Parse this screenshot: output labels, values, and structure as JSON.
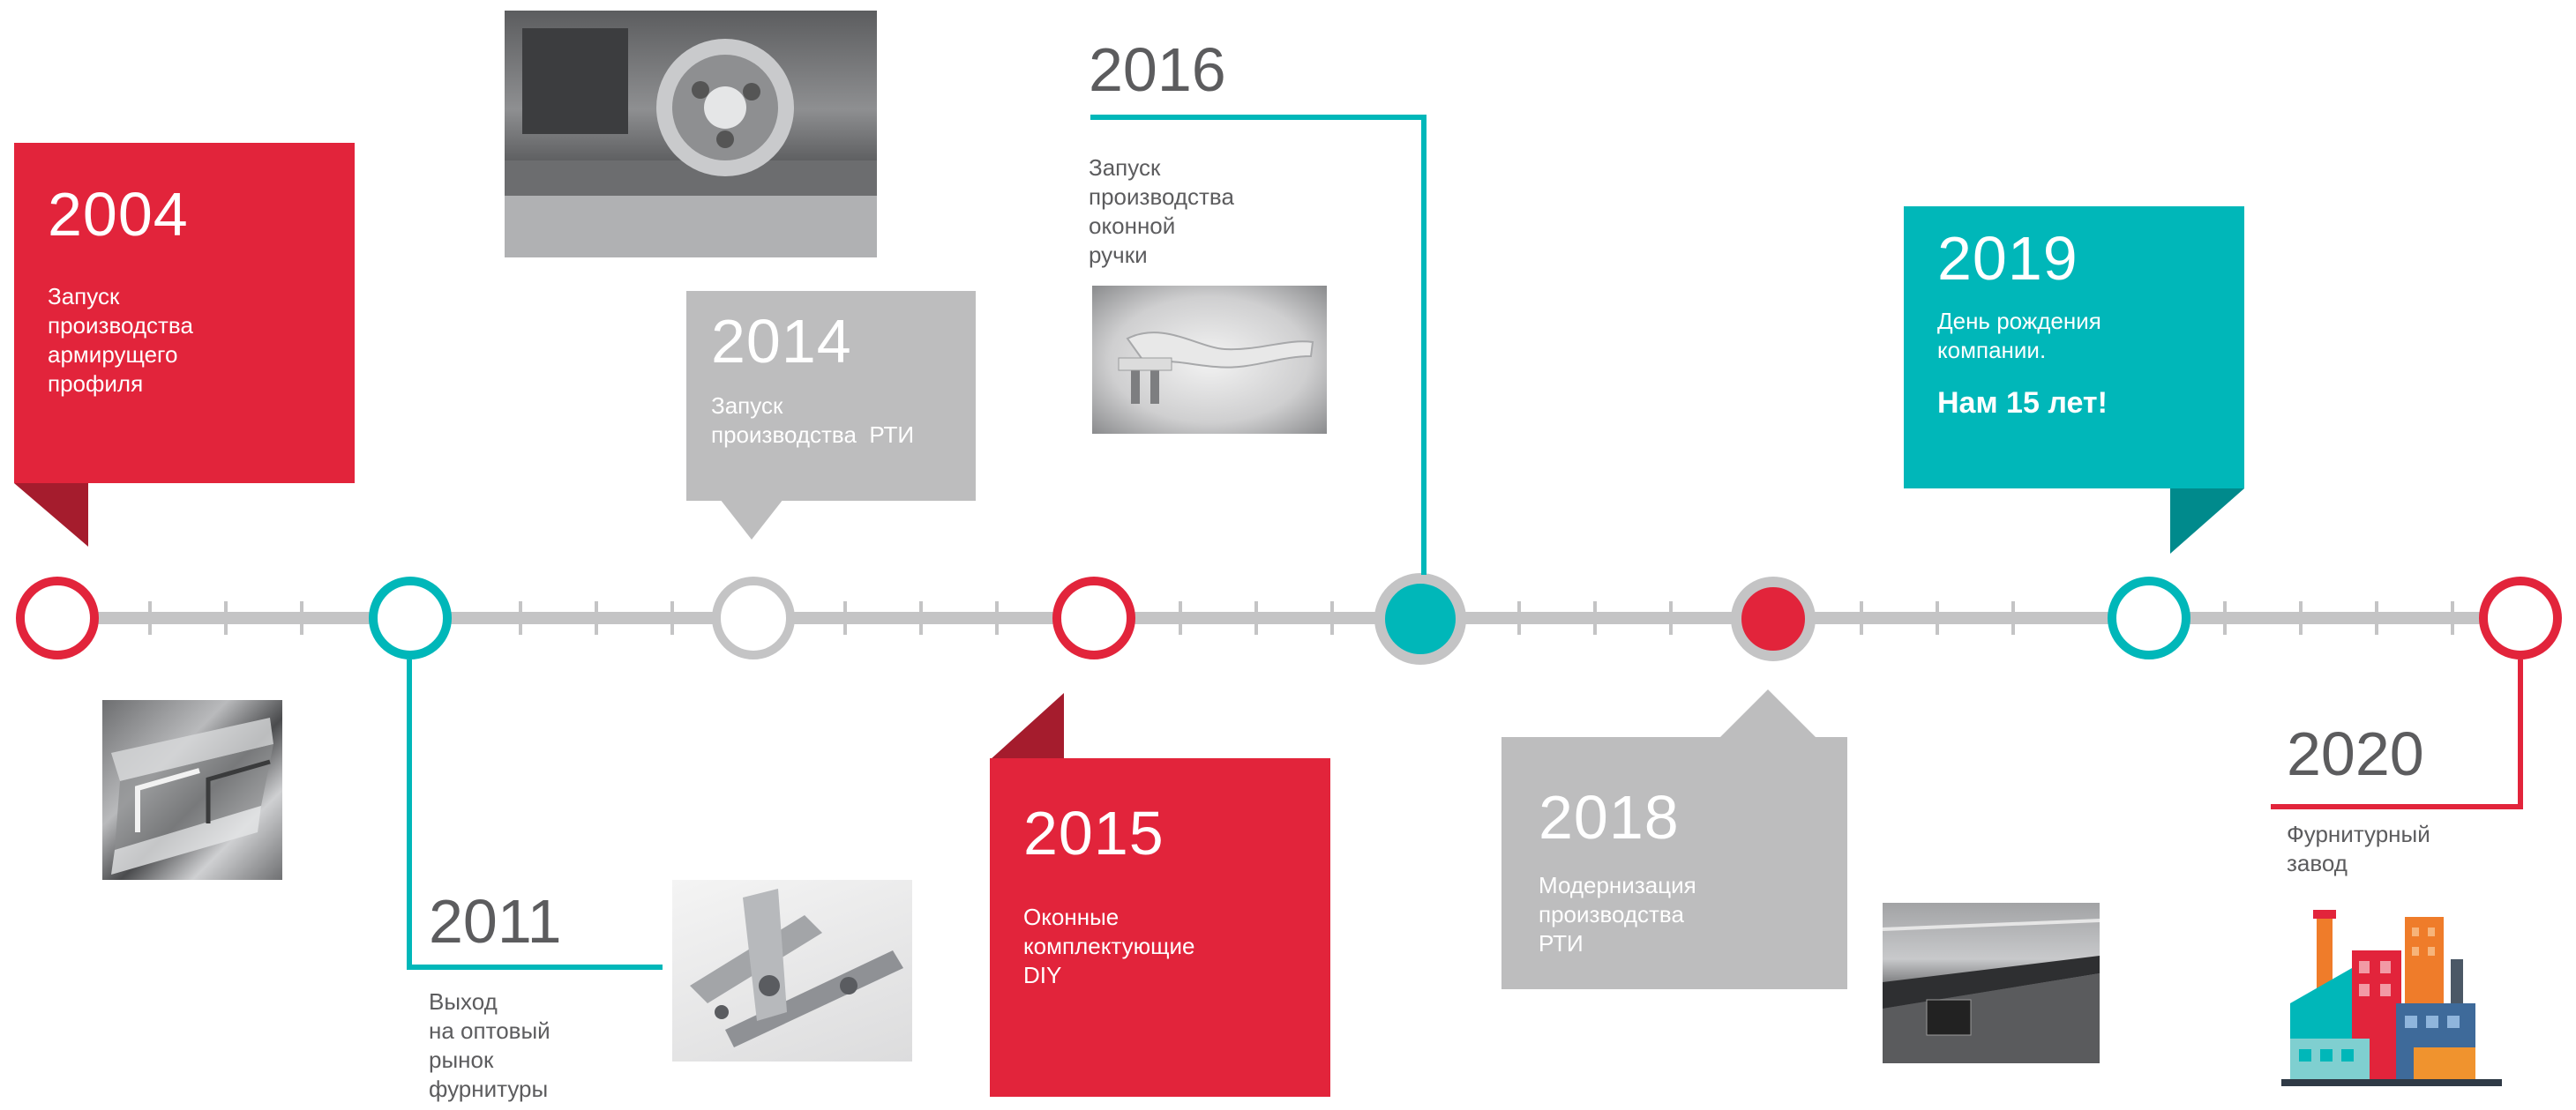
{
  "colors": {
    "red": "#e2243b",
    "teal": "#00b7b9",
    "grey": "#c4c4c5",
    "dark_text": "#5c5c5e"
  },
  "events": [
    {
      "year": "2004",
      "text": [
        "Запуск",
        "производства",
        "армирущего",
        "профиля"
      ]
    },
    {
      "year": "2011",
      "text": [
        "Выход",
        "на оптовый",
        "рынок",
        "фурнитуры"
      ]
    },
    {
      "year": "2014",
      "text": [
        "Запуск",
        "производства  РТИ"
      ]
    },
    {
      "year": "2015",
      "text": [
        "Оконные",
        "комплектующие",
        "DIY"
      ]
    },
    {
      "year": "2016",
      "text": [
        "Запуск",
        "производства",
        "оконной",
        "ручки"
      ]
    },
    {
      "year": "2018",
      "text": [
        "Модернизация",
        "производства",
        "РТИ"
      ]
    },
    {
      "year": "2019",
      "text": [
        "День рождения",
        "компании."
      ],
      "highlight": "Нам 15 лет!"
    },
    {
      "year": "2020",
      "text": [
        "Фурнитурный",
        "завод"
      ]
    }
  ],
  "images": [
    {
      "name": "steel-profile-photo",
      "depicts": "steel profiles"
    },
    {
      "name": "production-machine-photo",
      "depicts": "machine pulley"
    },
    {
      "name": "window-handle-photo",
      "depicts": "window handle"
    },
    {
      "name": "hardware-fittings-photo",
      "depicts": "window fittings"
    },
    {
      "name": "production-line-photo",
      "depicts": "production line"
    },
    {
      "name": "factory-icon",
      "depicts": "factory illustration"
    }
  ]
}
